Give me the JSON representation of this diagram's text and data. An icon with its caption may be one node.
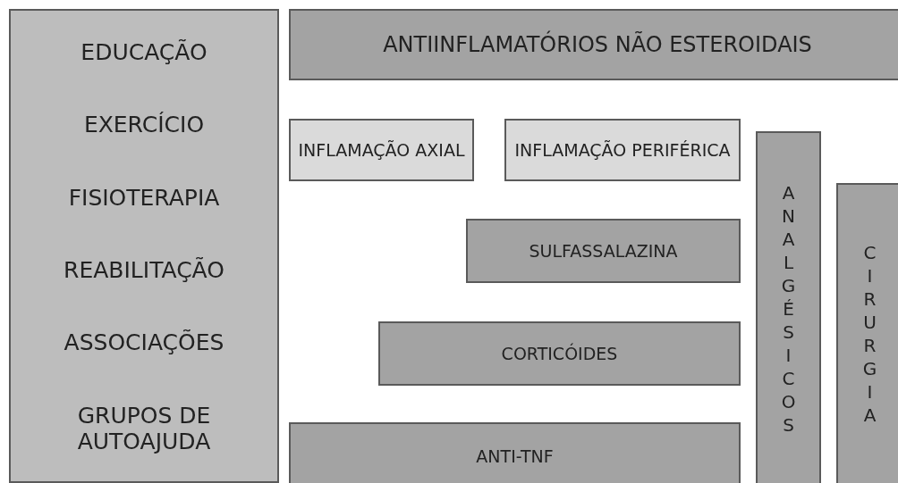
{
  "diagram": {
    "nodes": [
      {
        "text": [
          "EDUCAÇÃO",
          "EXERCÍCIO",
          "FISIOTERAPIA",
          "REABILITAÇÃO",
          "ASSOCIAÇÕES",
          "GRUPOS DE AUTOAJUDA"
        ]
      },
      {
        "text": [
          "ANTIINFLAMATÓRIOS NÃO ESTEROIDAIS"
        ]
      },
      {
        "text": [
          "INFLAMAÇÃO AXIAL"
        ]
      },
      {
        "text": [
          "INFLAMAÇÃO PERIFÉRICA"
        ]
      },
      {
        "text": [
          "SULFASSALAZINA"
        ]
      },
      {
        "text": [
          "CORTICÓIDES"
        ]
      },
      {
        "text": [
          "ANTI-TNF"
        ]
      },
      {
        "text": [
          "ANALGÉSICOS"
        ]
      },
      {
        "text": [
          "CIRURGIA"
        ]
      }
    ]
  }
}
